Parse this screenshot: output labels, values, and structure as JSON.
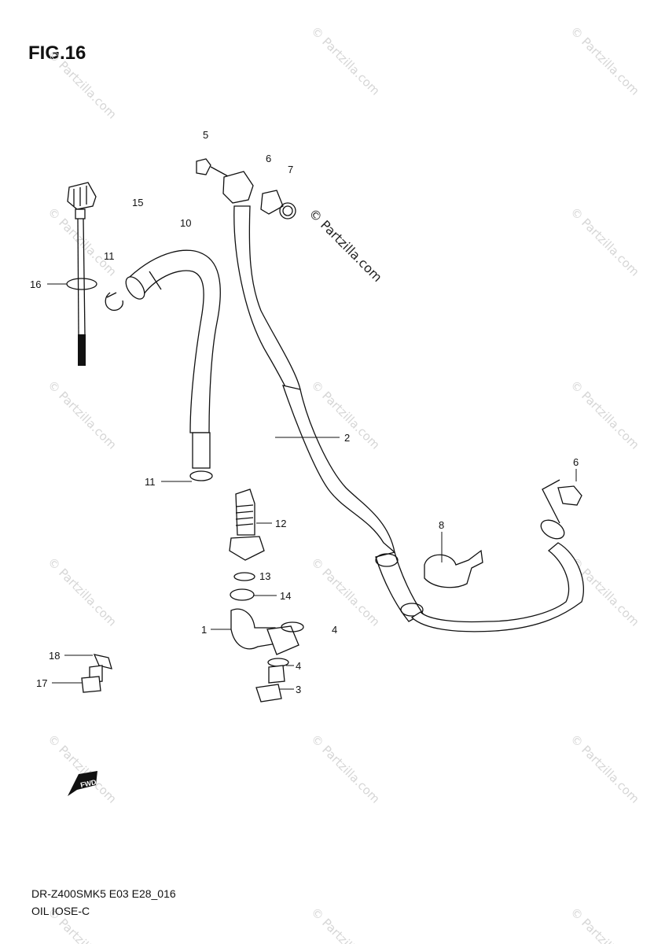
{
  "figure": {
    "title": "FIG.16"
  },
  "footer": {
    "model_code": "DR-Z400SMK5 E03 E28_016",
    "section_name": "OIL  IOSE-C"
  },
  "watermark": {
    "text": "© Partzilla.com"
  },
  "callouts": {
    "c1": "1",
    "c2": "2",
    "c3": "3",
    "c4a": "4",
    "c4b": "4",
    "c5": "5",
    "c6a": "6",
    "c6b": "6",
    "c7": "7",
    "c8": "8",
    "c10": "10",
    "c11a": "11",
    "c11b": "11",
    "c12": "12",
    "c13": "13",
    "c14": "14",
    "c15": "15",
    "c16": "16",
    "c17": "17",
    "c18": "18"
  },
  "icons": {
    "fwd_arrow": "FWD"
  }
}
